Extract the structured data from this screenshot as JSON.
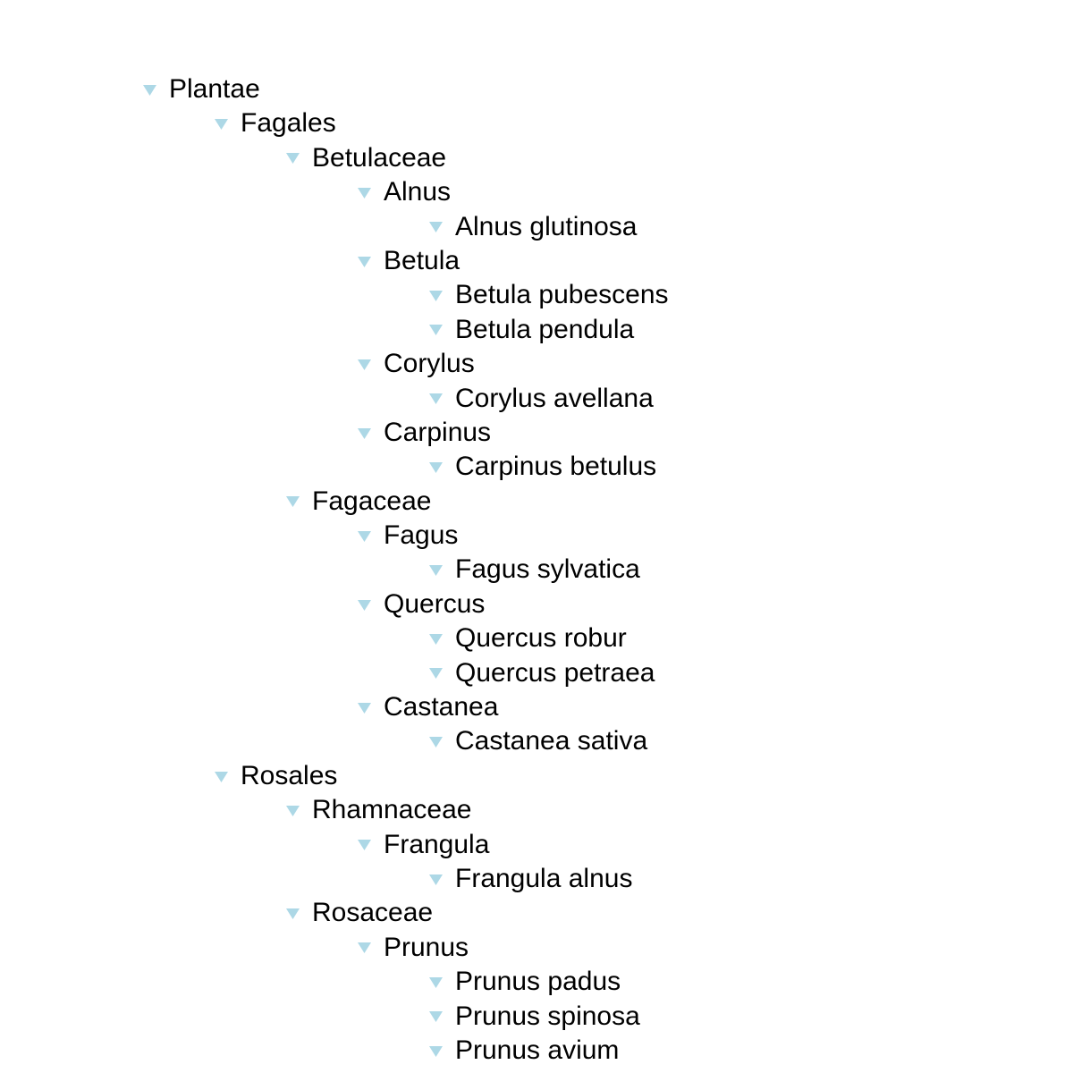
{
  "tree": {
    "toggle_icon": "triangle-down-icon",
    "toggle_color": "#add8e6",
    "nodes": [
      {
        "label": "Plantae",
        "depth": 0
      },
      {
        "label": "Fagales",
        "depth": 1
      },
      {
        "label": "Betulaceae",
        "depth": 2
      },
      {
        "label": "Alnus",
        "depth": 3
      },
      {
        "label": "Alnus glutinosa",
        "depth": 4
      },
      {
        "label": "Betula",
        "depth": 3
      },
      {
        "label": "Betula pubescens",
        "depth": 4
      },
      {
        "label": "Betula pendula",
        "depth": 4
      },
      {
        "label": "Corylus",
        "depth": 3
      },
      {
        "label": "Corylus avellana",
        "depth": 4
      },
      {
        "label": "Carpinus",
        "depth": 3
      },
      {
        "label": "Carpinus betulus",
        "depth": 4
      },
      {
        "label": "Fagaceae",
        "depth": 2
      },
      {
        "label": "Fagus",
        "depth": 3
      },
      {
        "label": "Fagus sylvatica",
        "depth": 4
      },
      {
        "label": "Quercus",
        "depth": 3
      },
      {
        "label": "Quercus robur",
        "depth": 4
      },
      {
        "label": "Quercus petraea",
        "depth": 4
      },
      {
        "label": "Castanea",
        "depth": 3
      },
      {
        "label": "Castanea sativa",
        "depth": 4
      },
      {
        "label": "Rosales",
        "depth": 1
      },
      {
        "label": "Rhamnaceae",
        "depth": 2
      },
      {
        "label": "Frangula",
        "depth": 3
      },
      {
        "label": "Frangula alnus",
        "depth": 4
      },
      {
        "label": "Rosaceae",
        "depth": 2
      },
      {
        "label": "Prunus",
        "depth": 3
      },
      {
        "label": "Prunus padus",
        "depth": 4
      },
      {
        "label": "Prunus spinosa",
        "depth": 4
      },
      {
        "label": "Prunus avium",
        "depth": 4
      }
    ]
  }
}
